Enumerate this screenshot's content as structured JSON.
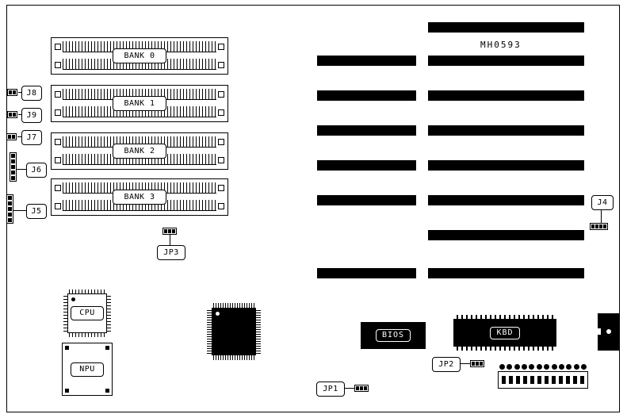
{
  "diagram": {
    "part_number": "MH0593",
    "banks": [
      {
        "label": "BANK 0"
      },
      {
        "label": "BANK 1"
      },
      {
        "label": "BANK 2"
      },
      {
        "label": "BANK 3"
      }
    ],
    "jumpers": {
      "j8": {
        "label": "J8",
        "pins": 2
      },
      "j9": {
        "label": "J9",
        "pins": 2
      },
      "j7": {
        "label": "J7",
        "pins": 2
      },
      "j6": {
        "label": "J6",
        "pins": 5
      },
      "j5": {
        "label": "J5",
        "pins": 5
      },
      "jp3": {
        "label": "JP3",
        "pins": 3
      },
      "jp2": {
        "label": "JP2",
        "pins": 3
      },
      "jp1": {
        "label": "JP1",
        "pins": 3
      },
      "j4": {
        "label": "J4",
        "pins": 4
      }
    },
    "chips": {
      "cpu": {
        "label": "CPU"
      },
      "npu": {
        "label": "NPU"
      },
      "bios": {
        "label": "BIOS"
      },
      "kbd": {
        "label": "KBD"
      }
    },
    "power_connector": {
      "top_pins": 12,
      "bottom_pins": 12
    },
    "slots": {
      "left_column_segments": 6,
      "right_column_segments": 8
    }
  }
}
